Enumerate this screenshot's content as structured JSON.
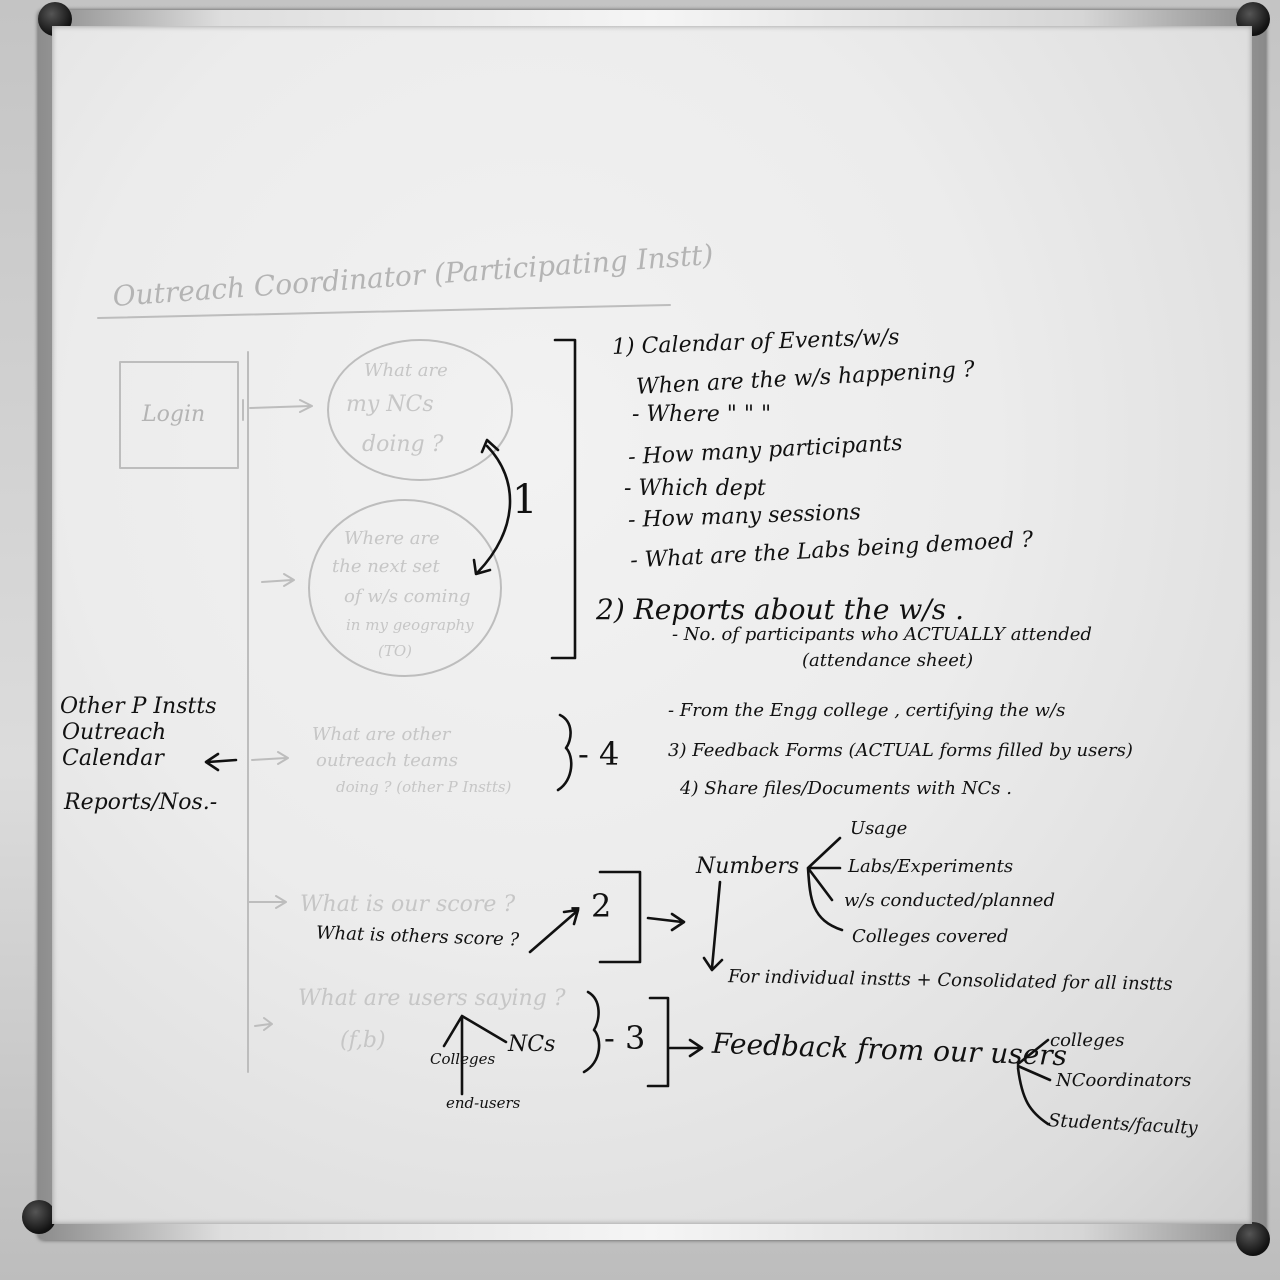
{
  "title": "Outreach Coordinator (Participating Instt)",
  "login": "Login",
  "bubbles": {
    "ncs": [
      "What are",
      "my NCs",
      "doing ?"
    ],
    "next_set": [
      "Where are",
      "the next set",
      "of w/s coming",
      "in my geography",
      "(TO)"
    ],
    "other_teams": [
      "What are other",
      "outreach teams",
      "doing ? (other P Instts)"
    ],
    "score": "What is our score ?",
    "users": [
      "What are users saying ?",
      "(f,b)"
    ]
  },
  "numbers": {
    "one": "1",
    "two": "- 2",
    "three": "- 3",
    "four": "- 4"
  },
  "others_score": "What is others score ?",
  "left_notes": [
    "Other P Instts",
    "Outreach",
    "Calendar",
    "Reports/Nos.-"
  ],
  "section1": {
    "heading": "1) Calendar of Events/w/s",
    "items": [
      "When are the w/s happening ?",
      "- Where \"  \"  \"",
      "- How many participants",
      "- Which dept",
      "- How many sessions",
      "- What are the Labs being demoed ?"
    ]
  },
  "section2": {
    "heading": "2) Reports about the w/s .",
    "items": [
      "- No. of participants who ACTUALLY attended",
      "(attendance sheet)",
      "- From the Engg college , certifying the w/s"
    ]
  },
  "section3": "3) Feedback Forms (ACTUAL forms filled by users)",
  "section4": "4) Share files/Documents with NCs .",
  "numbers_block": {
    "label": "Numbers",
    "branches": [
      "Usage",
      "Labs/Experiments",
      "w/s conducted/planned",
      "Colleges covered"
    ],
    "scope": "For individual instts + Consolidated for all instts"
  },
  "feedback_block": {
    "label": "Feedback from our users",
    "branches": [
      "colleges",
      "NCoordinators",
      "Students/faculty"
    ]
  },
  "user_split": [
    "Colleges",
    "NCs",
    "end-users"
  ]
}
